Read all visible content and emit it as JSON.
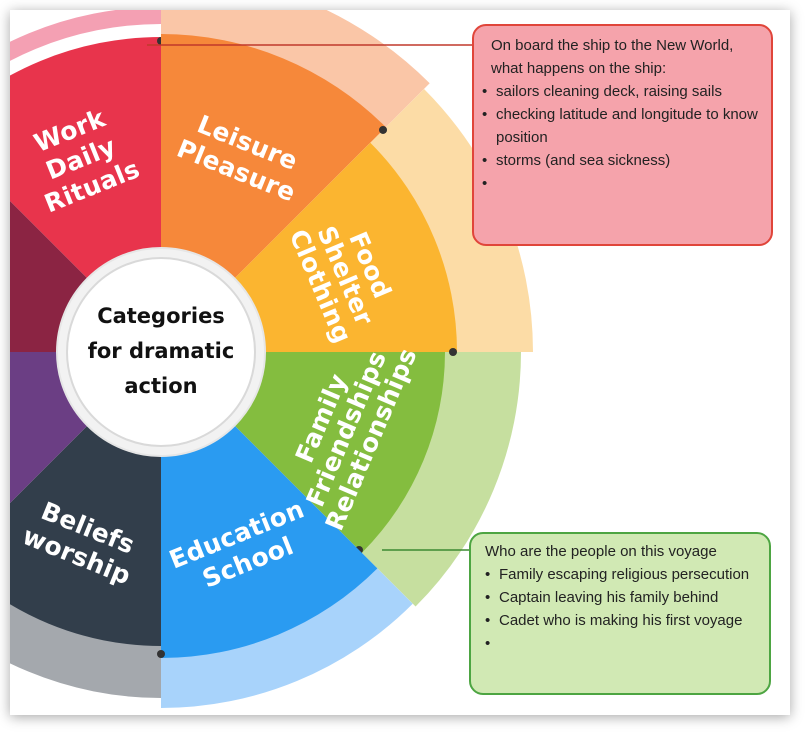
{
  "diagram": {
    "center_label_lines": [
      "Categories",
      "for dramatic",
      "action"
    ],
    "segments": [
      {
        "id": "work",
        "lines": [
          "Work",
          "Daily",
          "Rituals"
        ],
        "color": "#e8344c",
        "outer_color": "#f4a0b3"
      },
      {
        "id": "leisure",
        "lines": [
          "Leisure",
          "Pleasure"
        ],
        "color": "#f6883a",
        "outer_color": "#fac6a7"
      },
      {
        "id": "food",
        "lines": [
          "Food",
          "Shelter",
          "Clothing"
        ],
        "color": "#fbb530",
        "outer_color": "#fcdca6"
      },
      {
        "id": "family",
        "lines": [
          "Family",
          "Friendships",
          "Relationships"
        ],
        "color": "#84bd3f",
        "outer_color": "#c6df9f"
      },
      {
        "id": "education",
        "lines": [
          "Education",
          "School"
        ],
        "color": "#2a9bf1",
        "outer_color": "#a8d3fb"
      },
      {
        "id": "beliefs",
        "lines": [
          "Beliefs",
          "worship"
        ],
        "color": "#323e4b",
        "outer_color": "#a4a8ad"
      },
      {
        "id": "purple",
        "lines": [],
        "color": "#6b3e84"
      },
      {
        "id": "maroon",
        "lines": [],
        "color": "#8b2443"
      }
    ]
  },
  "notes": {
    "ship": {
      "title": "On board the ship to the New World, what happens on the ship:",
      "items": [
        "sailors cleaning deck, raising sails",
        "checking latitude and longitude to know position",
        "storms (and sea sickness)",
        ""
      ]
    },
    "people": {
      "title": "Who are the people on this voyage",
      "items": [
        "Family escaping religious persecution",
        "Captain leaving his family behind",
        "Cadet who is making his first voyage",
        ""
      ]
    }
  }
}
